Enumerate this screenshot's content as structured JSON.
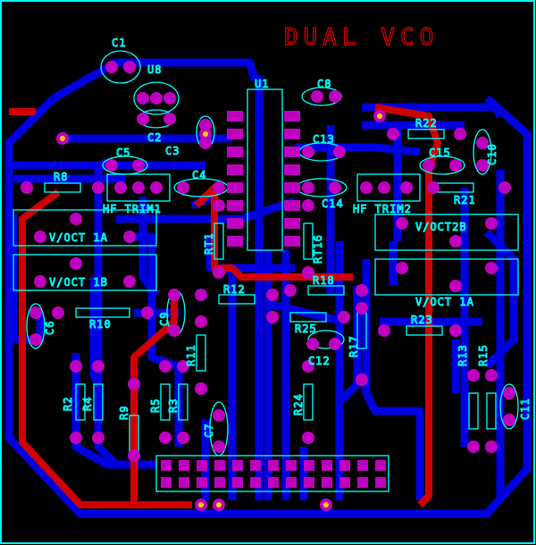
{
  "title": "DUAL VCO",
  "colors": {
    "background": "#000000",
    "bottom_copper": "#0000e0",
    "top_copper": "#d00000",
    "pads": "#c000c0",
    "silkscreen": "#00ffff",
    "title": "#e00000"
  },
  "labels": {
    "C1": "C1",
    "U8": "U8",
    "C2": "C2",
    "U1": "U1",
    "C8": "C8",
    "C13": "C13",
    "C3": "C3",
    "C5": "C5",
    "C4": "C4",
    "R8": "R8",
    "C14": "C14",
    "HFTRIM1": "HF TRIM1",
    "HFTRIM2": "HF TRIM2",
    "C15": "C15",
    "C10": "C10",
    "R22": "R22",
    "R21": "R21",
    "VOCT1A": "V/OCT 1A",
    "VOCT1B": "V/OCT 1B",
    "VOCT2B": "V/OCT2B",
    "VOCT1A_R": "V/OCT 1A",
    "RT1": "RT1",
    "RT16": "RT16",
    "R12": "R12",
    "R18": "R18",
    "R10": "R10",
    "C6": "C6",
    "C9": "C9",
    "R11": "R11",
    "R25": "R25",
    "C12": "C12",
    "R17": "R17",
    "R23": "R23",
    "R2": "R2",
    "R4": "R4",
    "R9": "R9",
    "R5": "R5",
    "R3": "R3",
    "C7": "C7",
    "R24": "R24",
    "R13": "R13",
    "R15": "R15",
    "C11": "C11"
  }
}
